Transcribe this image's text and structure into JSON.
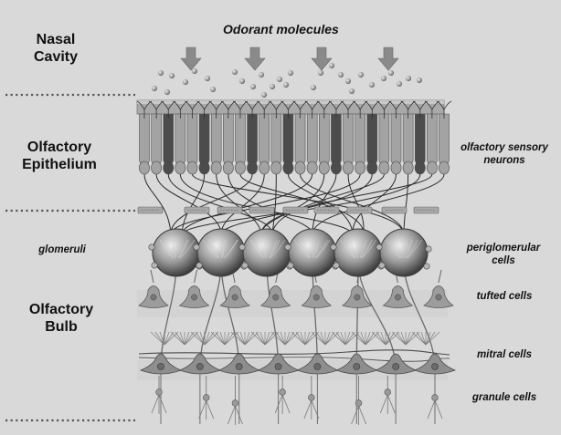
{
  "title": "Odorant molecules",
  "regions": {
    "nasal_cavity": [
      "Nasal",
      "Cavity"
    ],
    "epithelium": [
      "Olfactory",
      "Epithelium"
    ],
    "bulb": [
      "Olfactory",
      "Bulb"
    ]
  },
  "labels": {
    "glomeruli": "glomeruli",
    "osn": [
      "olfactory sensory",
      "neurons"
    ],
    "periglomerular": [
      "periglomerular",
      "cells"
    ],
    "tufted": "tufted cells",
    "mitral": "mitral cells",
    "granule": "granule cells"
  },
  "colors": {
    "background": "#d9d9d9",
    "arrow": "#8a8a8a",
    "neuron_light": "#a3a3a3",
    "neuron_dark": "#4c4c4c",
    "glomerulus": "#8a8a8a"
  },
  "counts": {
    "odorant_arrows": 4,
    "sensory_neurons": 26,
    "glomeruli": 6,
    "tufted_cells": 8,
    "mitral_cells": 8,
    "granule_cells": 8
  }
}
